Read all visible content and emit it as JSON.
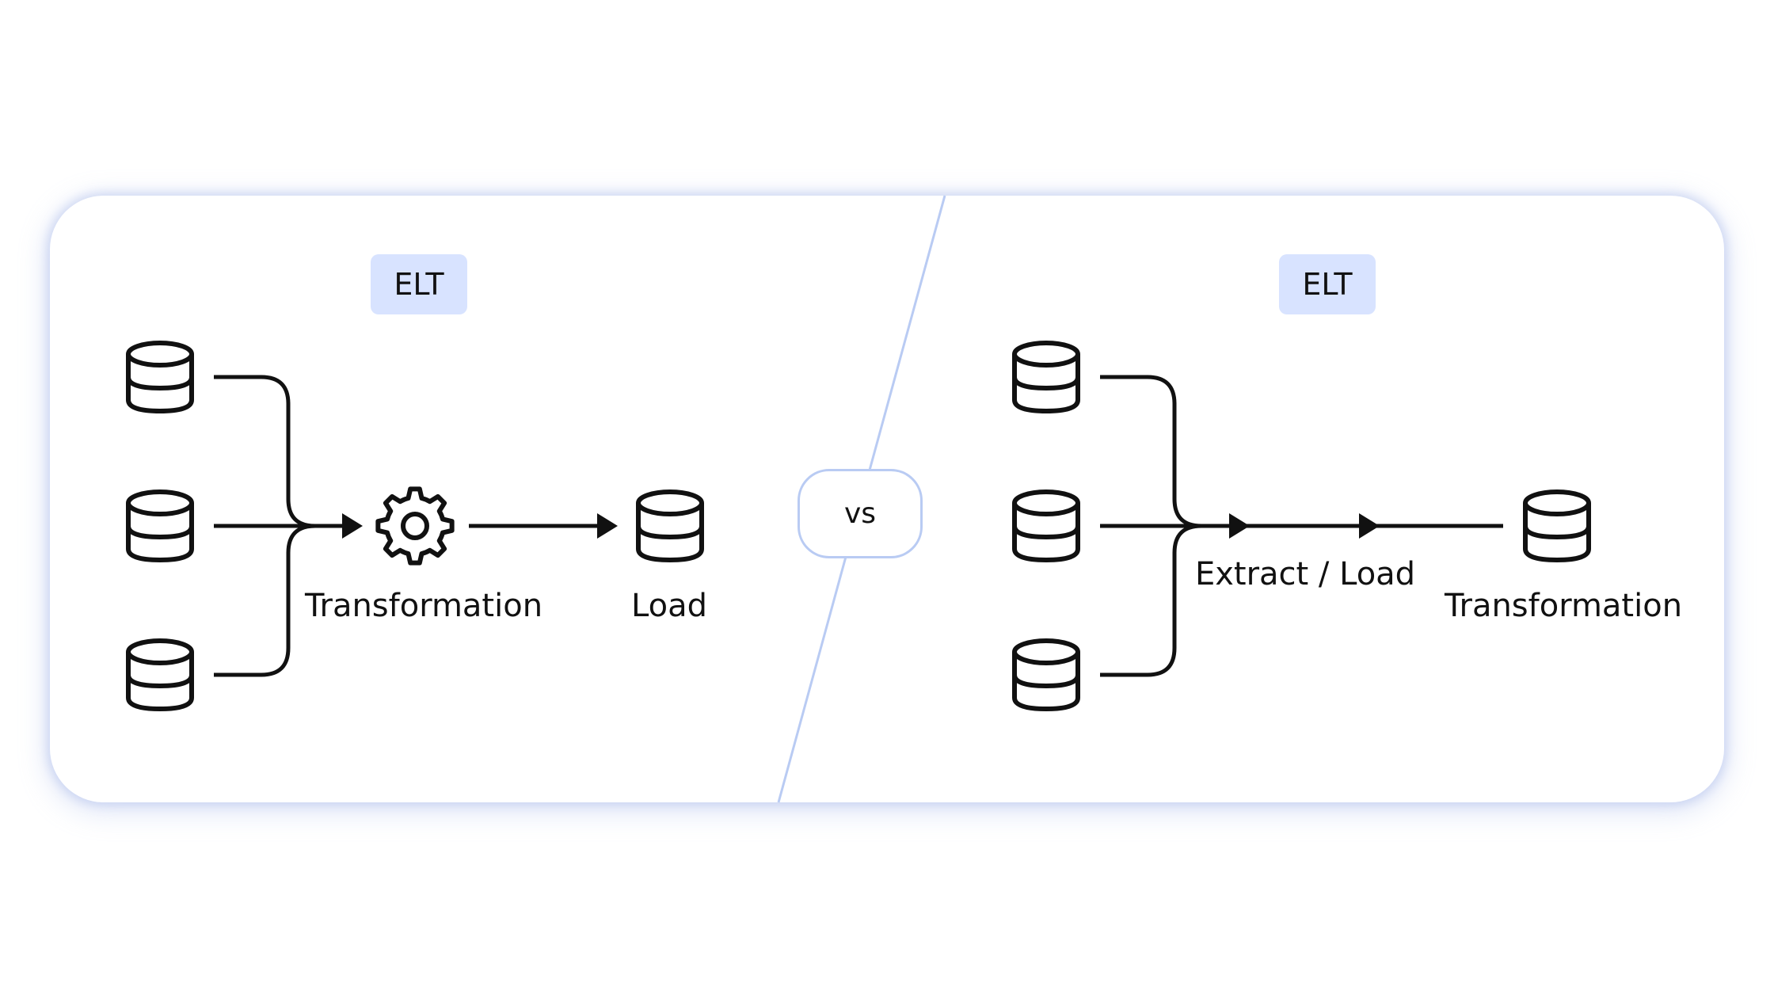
{
  "left_panel": {
    "badge": "ELT",
    "transform_label": "Transformation",
    "load_label": "Load",
    "source_icons": [
      "database-icon",
      "database-icon",
      "database-icon"
    ],
    "process_icon": "gear-icon",
    "target_icon": "database-icon"
  },
  "divider": {
    "vs_label": "vs"
  },
  "right_panel": {
    "badge": "ELT",
    "extract_load_label": "Extract / Load",
    "transform_label": "Transformation",
    "source_icons": [
      "database-icon",
      "database-icon",
      "database-icon"
    ],
    "target_icon": "database-icon"
  },
  "colors": {
    "badge_bg": "#d8e3ff",
    "divider_line": "#b9cbf3",
    "stroke": "#111111"
  }
}
